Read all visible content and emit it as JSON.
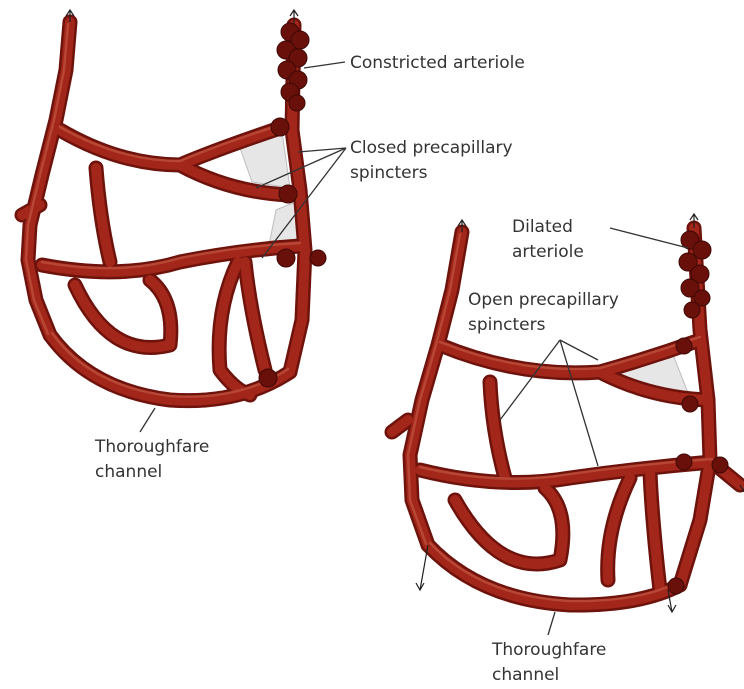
{
  "labels": {
    "constricted_arteriole": "Constricted arteriole",
    "closed_sphincters_line1": "Closed precapillary",
    "closed_sphincters_line2": "spincters",
    "thoroughfare_left_line1": "Thoroughfare",
    "thoroughfare_left_line2": "channel",
    "dilated_arteriole_line1": "Dilated",
    "dilated_arteriole_line2": "arteriole",
    "open_sphincters_line1": "Open precapillary",
    "open_sphincters_line2": "spincters",
    "thoroughfare_right_line1": "Thoroughfare",
    "thoroughfare_right_line2": "channel"
  },
  "colors": {
    "vessel_dark": "#6e120c",
    "vessel_main": "#a3261a",
    "sphincter": "#6a100a",
    "label_text": "#333333"
  }
}
